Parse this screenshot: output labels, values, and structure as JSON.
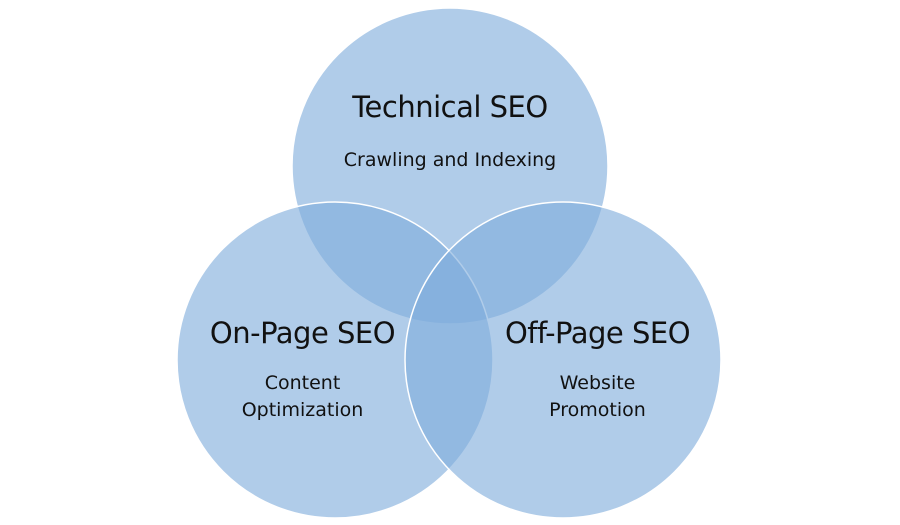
{
  "colors": {
    "circle_fill": "#7FACDC",
    "circle_stroke": "#ffffff",
    "text": "#111111"
  },
  "circles": [
    {
      "key": "technical",
      "title": "Technical SEO",
      "subtitle_lines": [
        "Crawling and Indexing"
      ]
    },
    {
      "key": "onpage",
      "title": "On-Page SEO",
      "subtitle_lines": [
        "Content",
        "Optimization"
      ]
    },
    {
      "key": "offpage",
      "title": "Off-Page SEO",
      "subtitle_lines": [
        "Website",
        "Promotion"
      ]
    }
  ]
}
